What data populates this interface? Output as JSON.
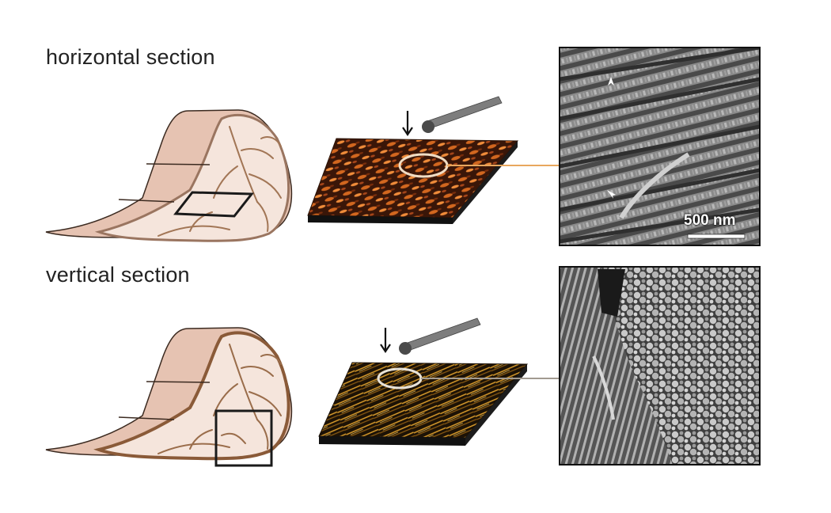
{
  "labels": {
    "horizontal": "horizontal section",
    "vertical": "vertical section"
  },
  "scale_bar": {
    "label": "500 nm"
  },
  "icons": [
    "indenter-arrow-icon",
    "cantilever-tip-icon",
    "sem-arrowhead-icon"
  ],
  "colors": {
    "tissue_fill": "#e8c8b9",
    "tissue_light": "#f6e6dd",
    "tissue_outline": "#8b6a55",
    "vessel": "#9c6f4b",
    "afm_horizontal": "#b5561a",
    "afm_vertical": "#c08a1d",
    "cantilever": "#7a7a7a",
    "sem_background": "#5f5f5f"
  }
}
